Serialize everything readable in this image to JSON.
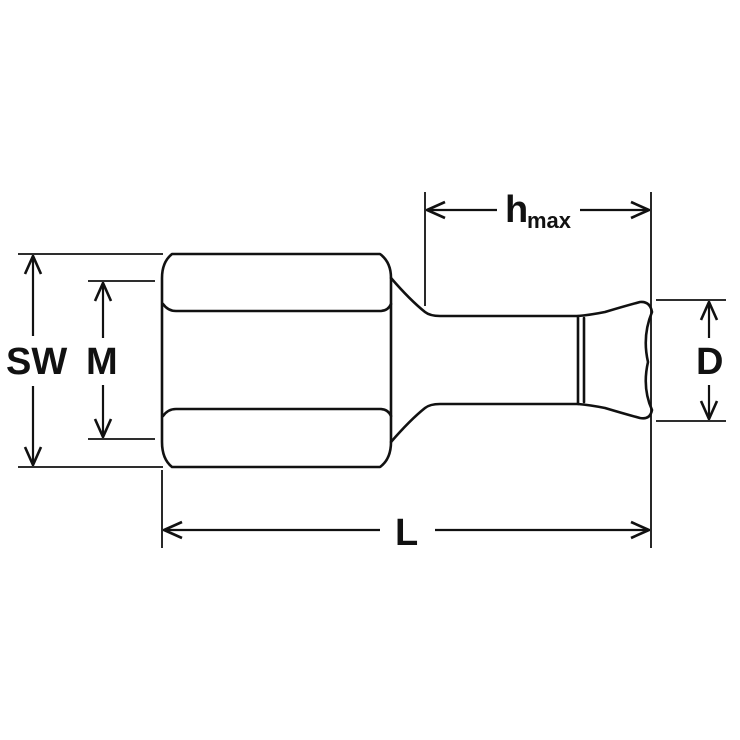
{
  "diagram": {
    "labels": {
      "sw": "SW",
      "m": "M",
      "d": "D",
      "l": "L",
      "h": "h",
      "h_sub": "max"
    },
    "colors": {
      "ink": "#111111",
      "background": "#ffffff"
    }
  }
}
